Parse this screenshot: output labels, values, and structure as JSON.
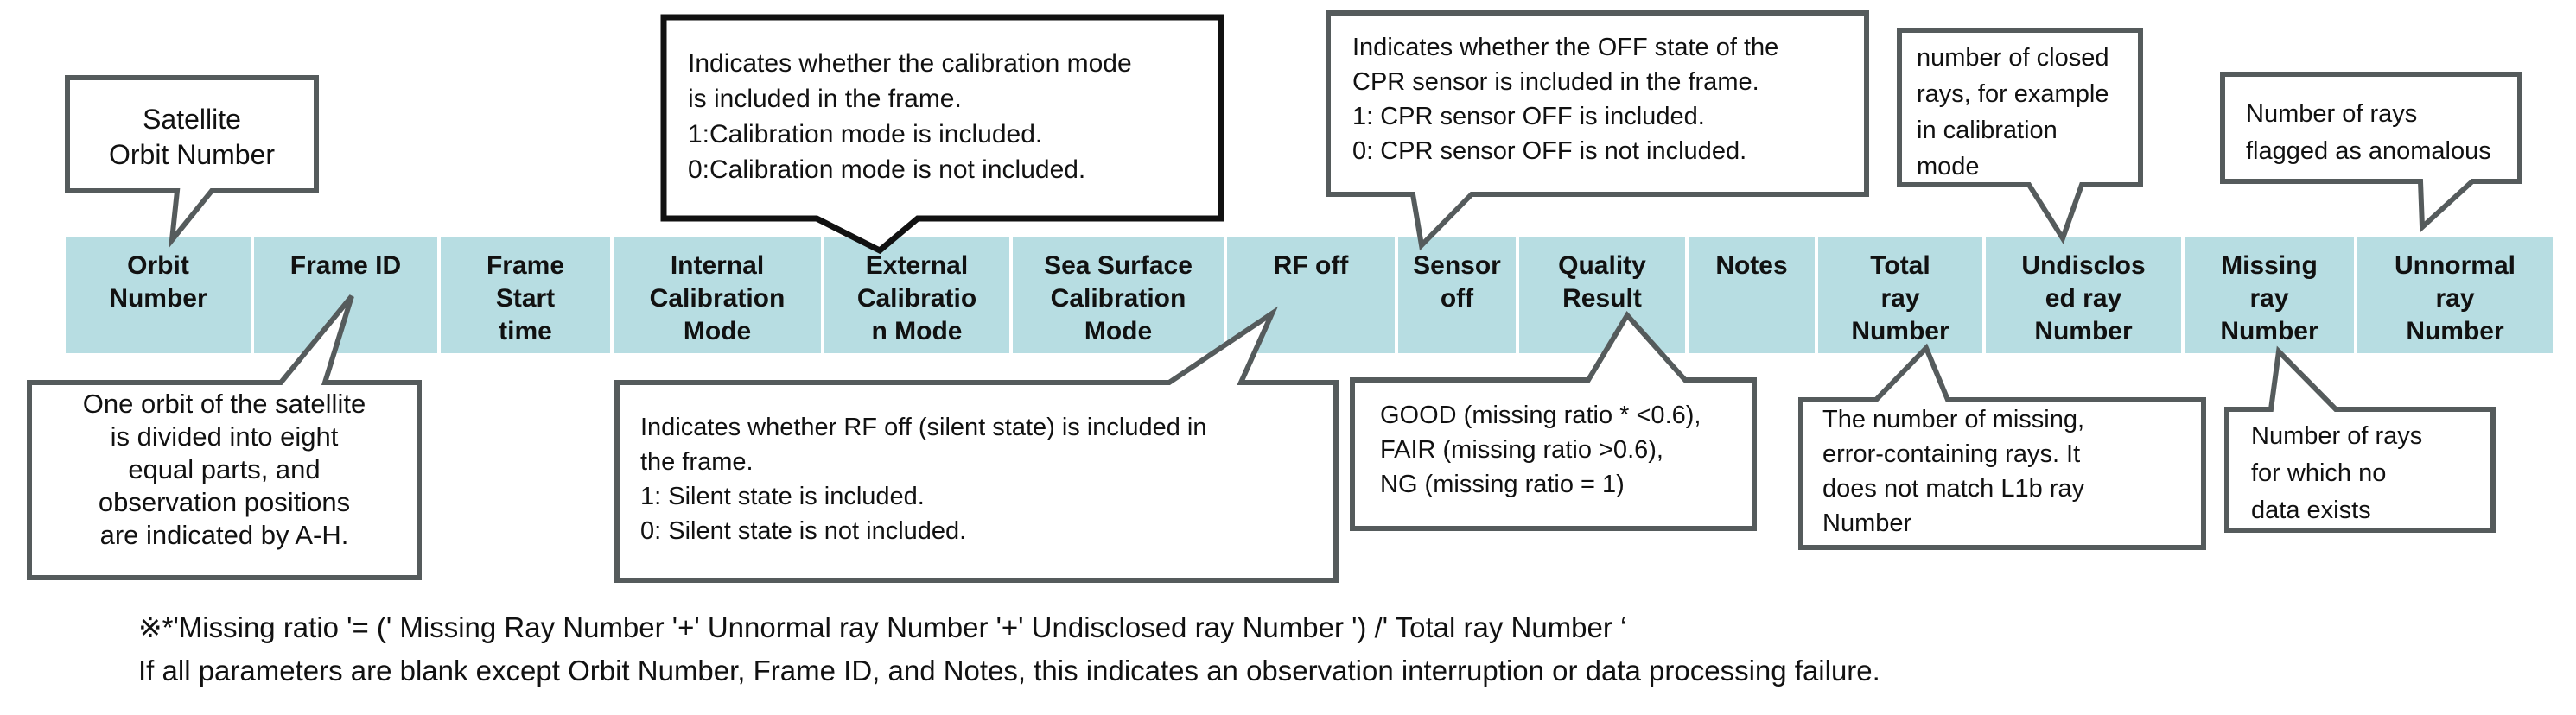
{
  "columns": [
    {
      "id": "orbit-number",
      "label": "Orbit\nNumber"
    },
    {
      "id": "frame-id",
      "label": "Frame ID"
    },
    {
      "id": "frame-start-time",
      "label": "Frame\nStart\ntime"
    },
    {
      "id": "internal-calibration-mode",
      "label": "Internal\nCalibration\nMode"
    },
    {
      "id": "external-calibration-mode",
      "label": "External\nCalibratio\nn Mode"
    },
    {
      "id": "sea-surface-calibration-mode",
      "label": "Sea Surface\nCalibration\nMode"
    },
    {
      "id": "rf-off",
      "label": "RF off"
    },
    {
      "id": "sensor-off",
      "label": "Sensor\noff"
    },
    {
      "id": "quality-result",
      "label": "Quality\nResult"
    },
    {
      "id": "notes",
      "label": "Notes"
    },
    {
      "id": "total-ray-number",
      "label": "Total\nray\nNumber"
    },
    {
      "id": "undisclosed-ray-number",
      "label": "Undisclos\ned ray\nNumber"
    },
    {
      "id": "missing-ray-number",
      "label": "Missing\nray\nNumber"
    },
    {
      "id": "unnormal-ray-number",
      "label": "Unnormal\nray\nNumber"
    }
  ],
  "callouts": {
    "satellite_orbit": "Satellite\nOrbit Number",
    "frame_id": "One orbit of the satellite\nis divided into eight\nequal parts, and\nobservation positions\nare indicated by A-H.",
    "calibration": "Indicates whether the calibration mode\nis included in the frame.\n1:Calibration mode is included.\n0:Calibration mode is not included.",
    "rf_off": "Indicates whether RF off (silent state) is included in\nthe frame.\n1: Silent state is included.\n0: Silent state is not  included.",
    "sensor_off": "Indicates whether the OFF state of the\nCPR sensor is included in the frame.\n1: CPR sensor OFF is included.\n0: CPR sensor OFF is not included.",
    "quality": "GOOD (missing ratio * <0.6),\nFAIR (missing ratio >0.6),\nNG (missing ratio = 1)",
    "closed_rays": "number of closed\nrays, for example\nin calibration\nmode",
    "total_ray": "The number of missing,\nerror-containing rays. It\ndoes not match L1b ray\nNumber",
    "anomalous": "Number of rays\nflagged as anomalous",
    "no_data": "Number of rays\nfor which no\ndata exists"
  },
  "footnotes": {
    "ratio": "※*'Missing ratio '= (' Missing Ray Number '+' Unnormal ray Number '+' Undisclosed ray Number ') /' Total ray Number ‘",
    "blank": "If all parameters are blank except Orbit Number, Frame ID, and Notes, this indicates an observation interruption or data processing failure."
  },
  "colors": {
    "header_fill": "#b7dde2",
    "callout_border": "#555b5c",
    "calibration_border": "#111111"
  }
}
